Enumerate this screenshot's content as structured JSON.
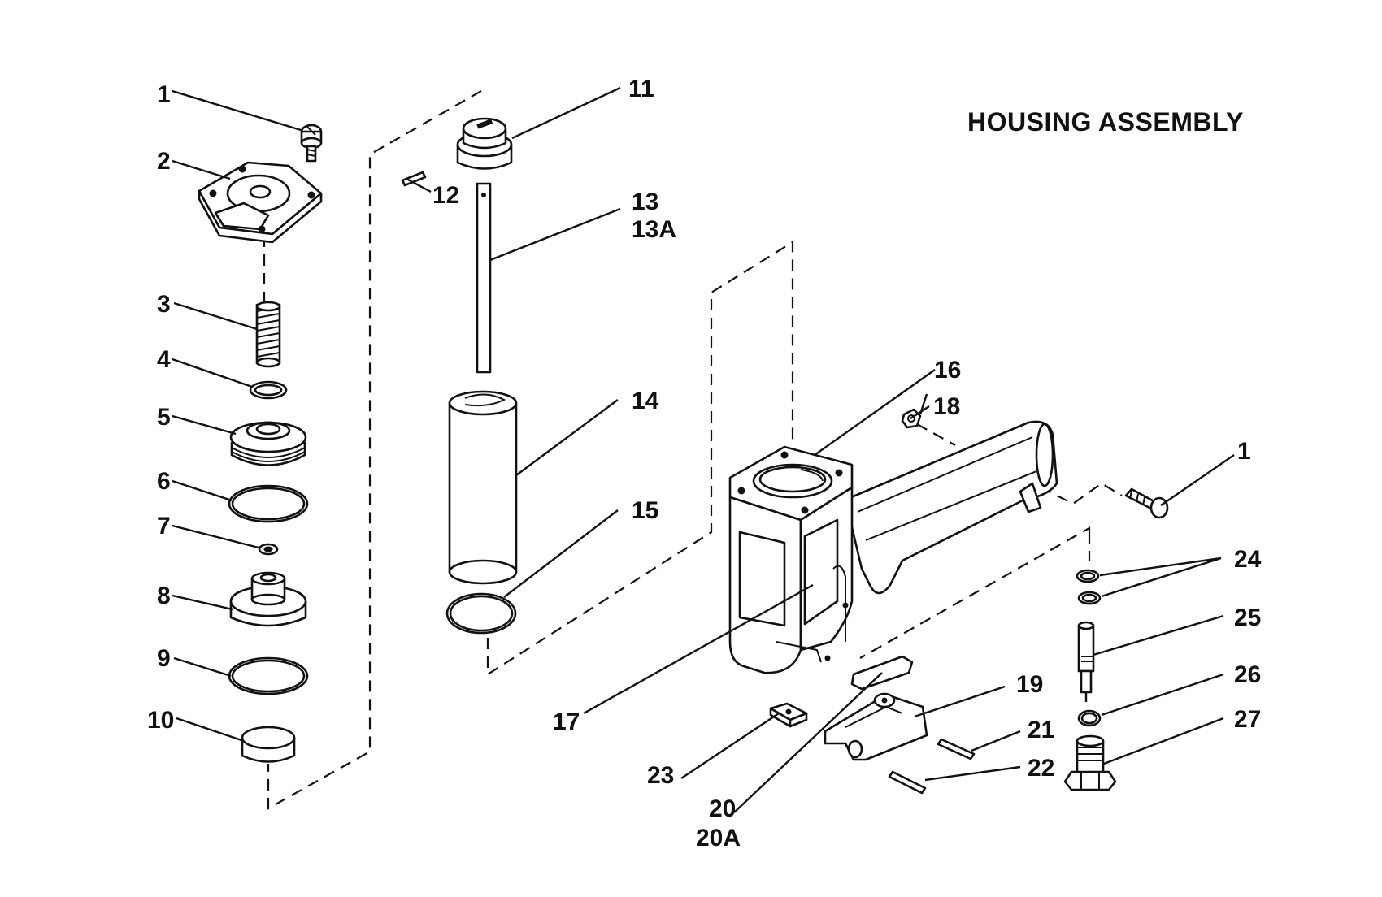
{
  "title": "HOUSING ASSEMBLY",
  "callouts": [
    {
      "id": "c1a",
      "text": "1"
    },
    {
      "id": "c2",
      "text": "2"
    },
    {
      "id": "c3",
      "text": "3"
    },
    {
      "id": "c4",
      "text": "4"
    },
    {
      "id": "c5",
      "text": "5"
    },
    {
      "id": "c6",
      "text": "6"
    },
    {
      "id": "c7",
      "text": "7"
    },
    {
      "id": "c8",
      "text": "8"
    },
    {
      "id": "c9",
      "text": "9"
    },
    {
      "id": "c10",
      "text": "10"
    },
    {
      "id": "c11",
      "text": "11"
    },
    {
      "id": "c12",
      "text": "12"
    },
    {
      "id": "c13",
      "text": "13"
    },
    {
      "id": "c13a",
      "text": "13A"
    },
    {
      "id": "c14",
      "text": "14"
    },
    {
      "id": "c15",
      "text": "15"
    },
    {
      "id": "c16",
      "text": "16"
    },
    {
      "id": "c17",
      "text": "17"
    },
    {
      "id": "c18",
      "text": "18"
    },
    {
      "id": "c19",
      "text": "19"
    },
    {
      "id": "c20",
      "text": "20"
    },
    {
      "id": "c20a",
      "text": "20A"
    },
    {
      "id": "c21",
      "text": "21"
    },
    {
      "id": "c22",
      "text": "22"
    },
    {
      "id": "c23",
      "text": "23"
    },
    {
      "id": "c1b",
      "text": "1"
    },
    {
      "id": "c24",
      "text": "24"
    },
    {
      "id": "c25",
      "text": "25"
    },
    {
      "id": "c26",
      "text": "26"
    },
    {
      "id": "c27",
      "text": "27"
    }
  ]
}
